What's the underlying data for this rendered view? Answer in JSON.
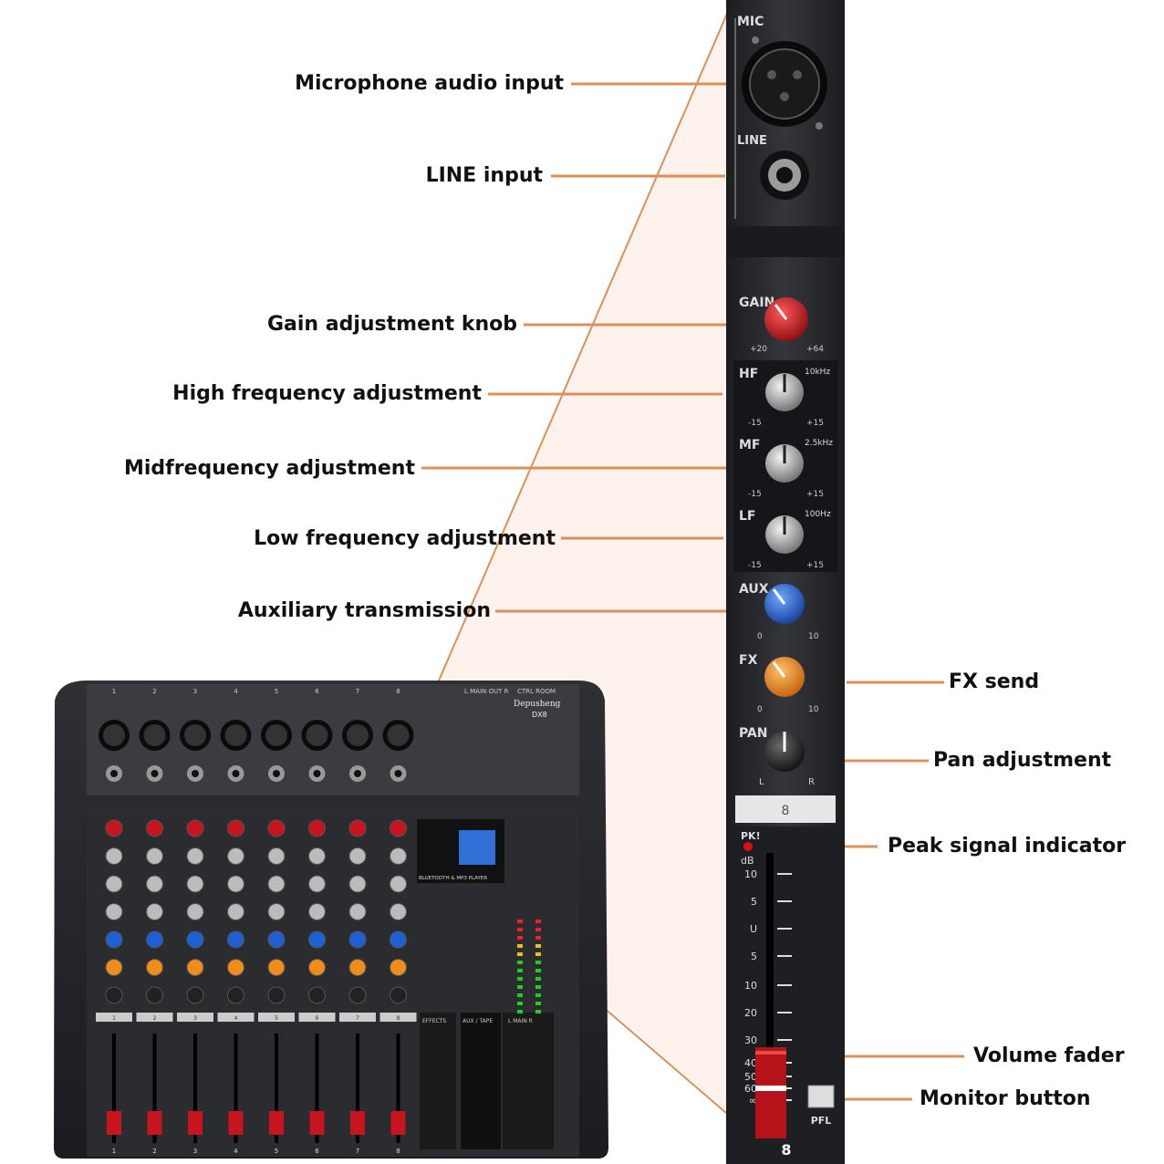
{
  "callouts": {
    "mic_input": "Microphone audio input",
    "line_input": "LINE input",
    "gain_knob": "Gain adjustment knob",
    "hf_adjust": "High frequency adjustment",
    "mf_adjust": "Midfrequency adjustment",
    "lf_adjust": "Low frequency adjustment",
    "aux_send": "Auxiliary transmission",
    "fx_send": "FX send",
    "pan_adjust": "Pan adjustment",
    "peak_indicator": "Peak signal indicator",
    "volume_fader": "Volume fader",
    "monitor_button": "Monitor button"
  },
  "strip": {
    "mic": "MIC",
    "line": "LINE",
    "gain": "GAIN",
    "gain_min": "+20",
    "gain_max": "+64",
    "hf": "HF",
    "hf_freq": "10kHz",
    "mf": "MF",
    "mf_freq": "2.5kHz",
    "lf": "LF",
    "lf_freq": "100Hz",
    "eq_min": "-15",
    "eq_max": "+15",
    "aux": "AUX",
    "fx": "FX",
    "send_min": "0",
    "send_max": "10",
    "pan": "PAN",
    "pan_l": "L",
    "pan_r": "R",
    "channel_label": "8",
    "pk": "PK!",
    "db": "dB",
    "scale": [
      "10",
      "5",
      "U",
      "5",
      "10",
      "20",
      "30",
      "40",
      "50",
      "60",
      "∞"
    ],
    "pfl": "PFL",
    "channel_number": "8"
  },
  "mixer": {
    "brand": "Depusheng",
    "model": "DX8",
    "main_out": "L  MAIN OUT  R",
    "ctrl_room": "CTRL ROOM",
    "bt_player": "BLUETOOTH & MP3 PLAYER",
    "channels": [
      "1",
      "2",
      "3",
      "4",
      "5",
      "6",
      "7",
      "8"
    ],
    "effects": "EFFECTS",
    "aux_tape": "AUX / TAPE",
    "main_lr": "L  MAIN  R"
  },
  "colors": {
    "accent_line": "#d9905a",
    "gain_knob": "#c8141e",
    "aux_knob": "#1f5fd6",
    "fx_knob": "#f08c1a",
    "panel": "#2b2d31"
  }
}
